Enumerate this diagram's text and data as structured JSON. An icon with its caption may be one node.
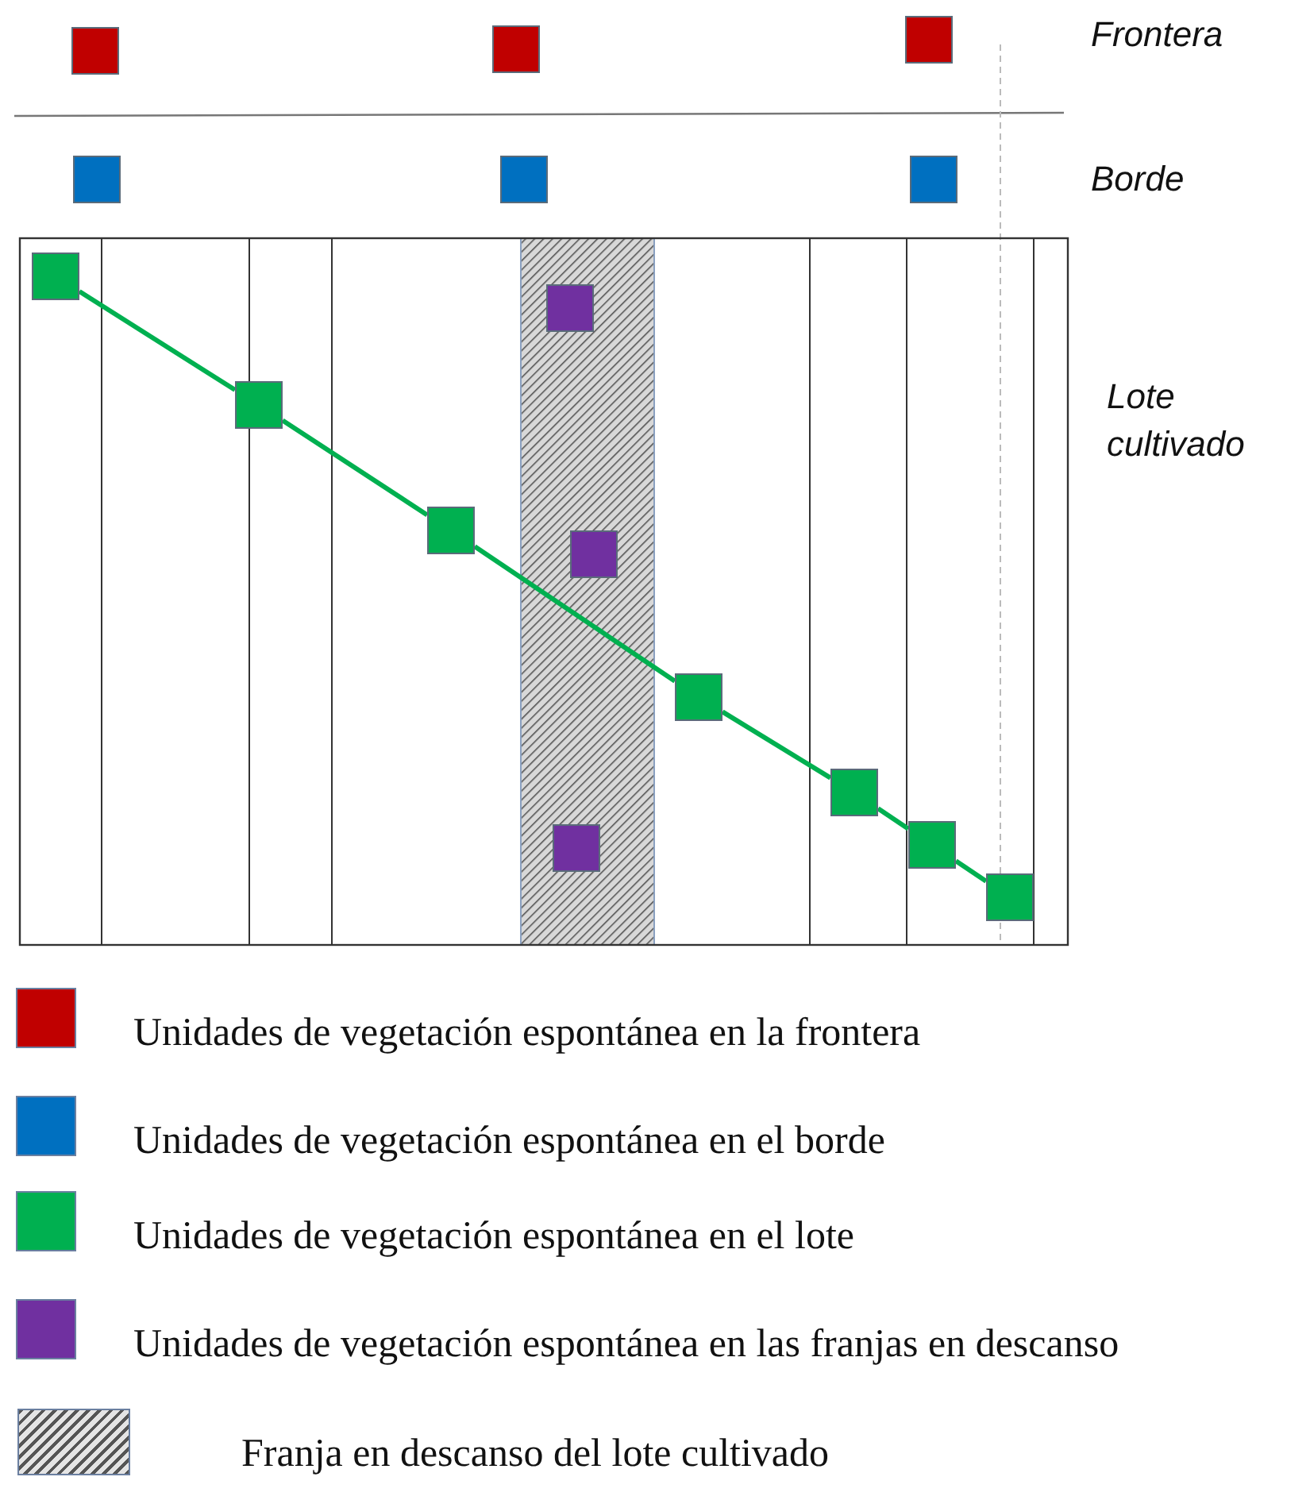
{
  "diagram": {
    "nodes": [
      {
        "text": [],
        "shape": "box"
      },
      {
        "text": [],
        "shape": "box"
      },
      {
        "text": [],
        "shape": "box"
      },
      {
        "text": [],
        "shape": "box"
      },
      {
        "text": [],
        "shape": "box"
      },
      {
        "text": [],
        "shape": "box"
      },
      {
        "text": [],
        "shape": "box"
      }
    ],
    "edges": [
      {
        "from": 0,
        "to": 1,
        "arrow": "none"
      },
      {
        "from": 1,
        "to": 2,
        "arrow": "none"
      },
      {
        "from": 2,
        "to": 3,
        "arrow": "none"
      },
      {
        "from": 3,
        "to": 4,
        "arrow": "none"
      },
      {
        "from": 4,
        "to": 5,
        "arrow": "none"
      },
      {
        "from": 5,
        "to": 6,
        "arrow": "none"
      }
    ],
    "labels": [
      "Frontera",
      "Borde",
      "Lote cultivado"
    ],
    "legend": [
      {
        "text": "Unidades de vegetación espontánea en la frontera",
        "color": "#c00000"
      },
      {
        "text": "Unidades de vegetación espontánea en el borde",
        "color": "#0070c0"
      },
      {
        "text": "Unidades de vegetación espontánea en el lote",
        "color": "#00b050"
      },
      {
        "text": "Unidades de vegetación espontánea en las franjas en descanso",
        "color": "#7030a0"
      },
      {
        "text": "Franja en descanso del lote cultivado"
      }
    ]
  }
}
